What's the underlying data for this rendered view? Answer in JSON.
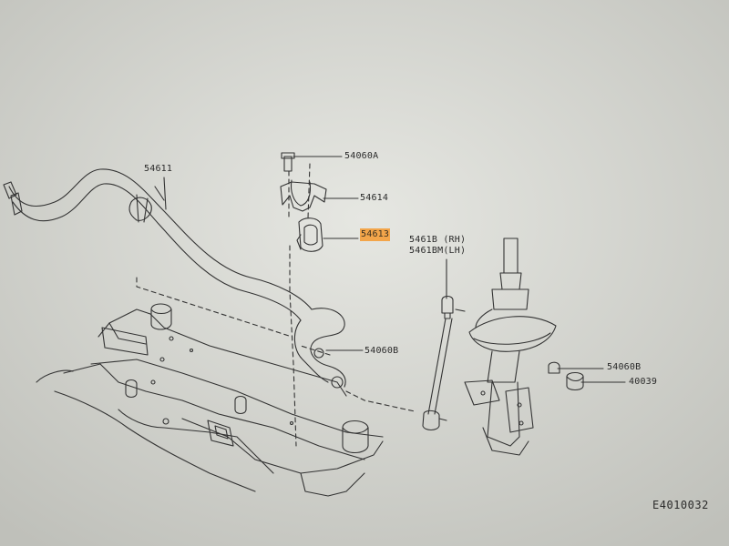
{
  "labels": {
    "bar": "54611",
    "bolt_top": "54060A",
    "clamp": "54614",
    "bushing": "54613",
    "link_rh": "5461B (RH)",
    "link_lh": "5461BM(LH)",
    "nut_left": "54060B",
    "nut_right": "54060B",
    "cap": "40039"
  },
  "diagram_code": "E4010032",
  "colors": {
    "highlight": "#f3a54a",
    "ink": "#2a2a2a",
    "paper": "#d9dad5"
  }
}
